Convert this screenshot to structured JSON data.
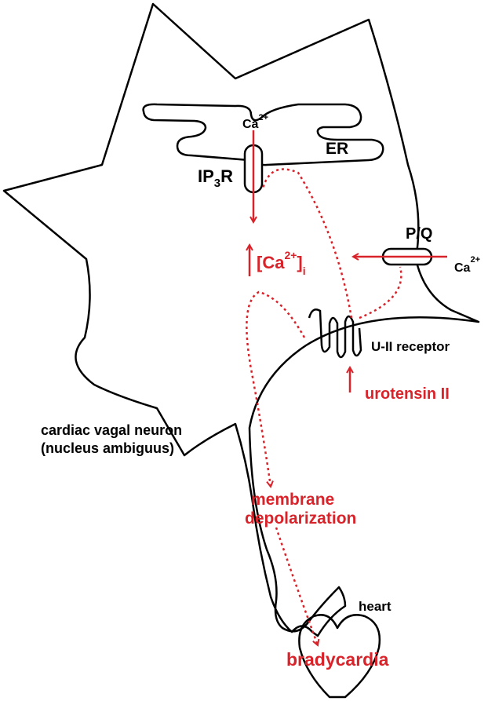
{
  "colors": {
    "outline": "#000000",
    "accent": "#d9232a",
    "background": "#ffffff"
  },
  "labels": {
    "er": "ER",
    "ip3r_main": "IP",
    "ip3r_sub": "3",
    "ip3r_end": "R",
    "ca_er": "Ca",
    "ca_er_sup": "2+",
    "pq": "P/Q",
    "ca_out": "Ca",
    "ca_out_sup": "2+",
    "cai_open": "[Ca",
    "cai_sup": "2+",
    "cai_close": "]",
    "cai_sub": "i",
    "up_arrow": "↑",
    "receptor": "U-II receptor",
    "urotensin": "urotensin II",
    "neuron_line1": "cardiac vagal neuron",
    "neuron_line2": "(nucleus ambiguus)",
    "depol_line1": "membrane",
    "depol_line2": "depolarization",
    "heart": "heart",
    "bradycardia": "bradycardia"
  }
}
